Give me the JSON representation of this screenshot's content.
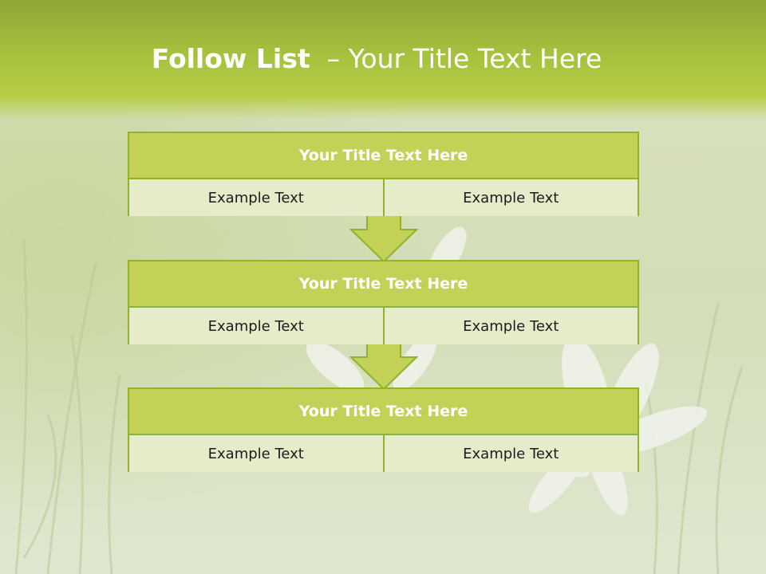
{
  "title": {
    "bold": "Follow List",
    "rest": "  – Your Title Text Here"
  },
  "blocks": [
    {
      "title": "Your Title Text Here",
      "left": "Example Text",
      "right": "Example Text"
    },
    {
      "title": "Your Title Text Here",
      "left": "Example Text",
      "right": "Example Text"
    },
    {
      "title": "Your Title Text Here",
      "left": "Example Text",
      "right": "Example Text"
    }
  ],
  "colors": {
    "accent": "#8db42c",
    "header_fill": "#c3d157",
    "cell_fill": "#e6ecca",
    "banner": "#a6c13e"
  }
}
